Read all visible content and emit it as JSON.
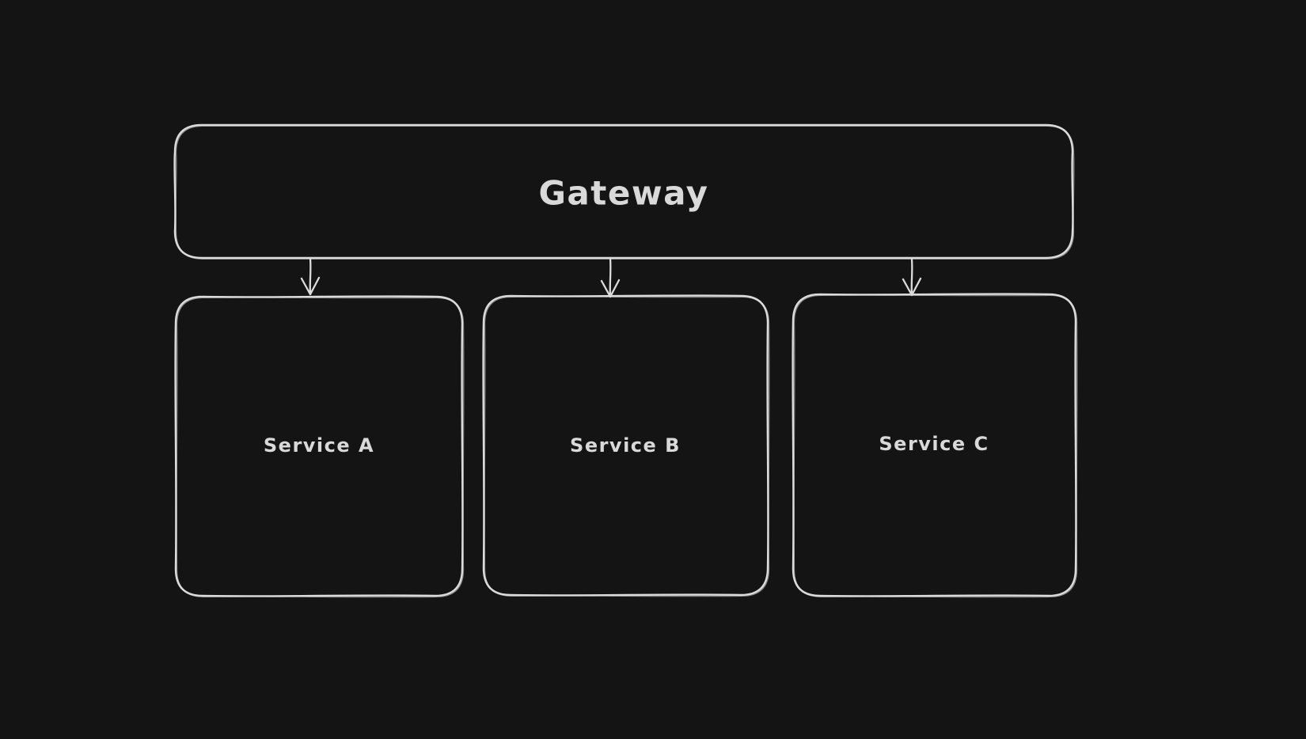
{
  "canvas": {
    "background": "#141414",
    "stroke_color": "#dbdbdb",
    "text_color": "#d9d9d9"
  },
  "diagram": {
    "nodes": [
      {
        "id": "gateway",
        "label": "Gateway"
      },
      {
        "id": "service-a",
        "label": "Service A"
      },
      {
        "id": "service-b",
        "label": "Service B"
      },
      {
        "id": "service-c",
        "label": "Service C"
      }
    ],
    "edges": [
      {
        "from": "gateway",
        "to": "service-a",
        "type": "arrow",
        "direction": "down"
      },
      {
        "from": "gateway",
        "to": "service-b",
        "type": "arrow",
        "direction": "down"
      },
      {
        "from": "gateway",
        "to": "service-c",
        "type": "arrow",
        "direction": "down"
      }
    ]
  }
}
